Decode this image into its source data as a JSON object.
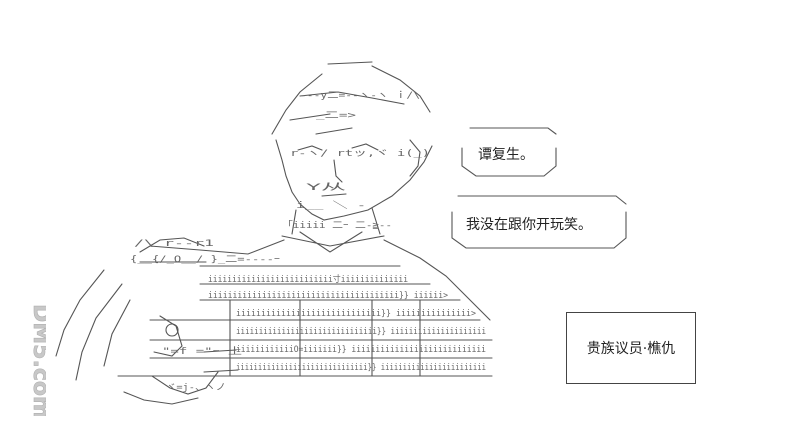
{
  "speech_bubbles": [
    {
      "text": "谭复生。"
    },
    {
      "text": "我没在跟你开玩笑。"
    }
  ],
  "caption": {
    "text": "贵族议员·樵仇"
  },
  "watermark": {
    "text": "DM5.com"
  },
  "colors": {
    "ink": "#222222",
    "line": "#444444",
    "watermark": "#c8c8c8",
    "background": "#ffffff"
  }
}
